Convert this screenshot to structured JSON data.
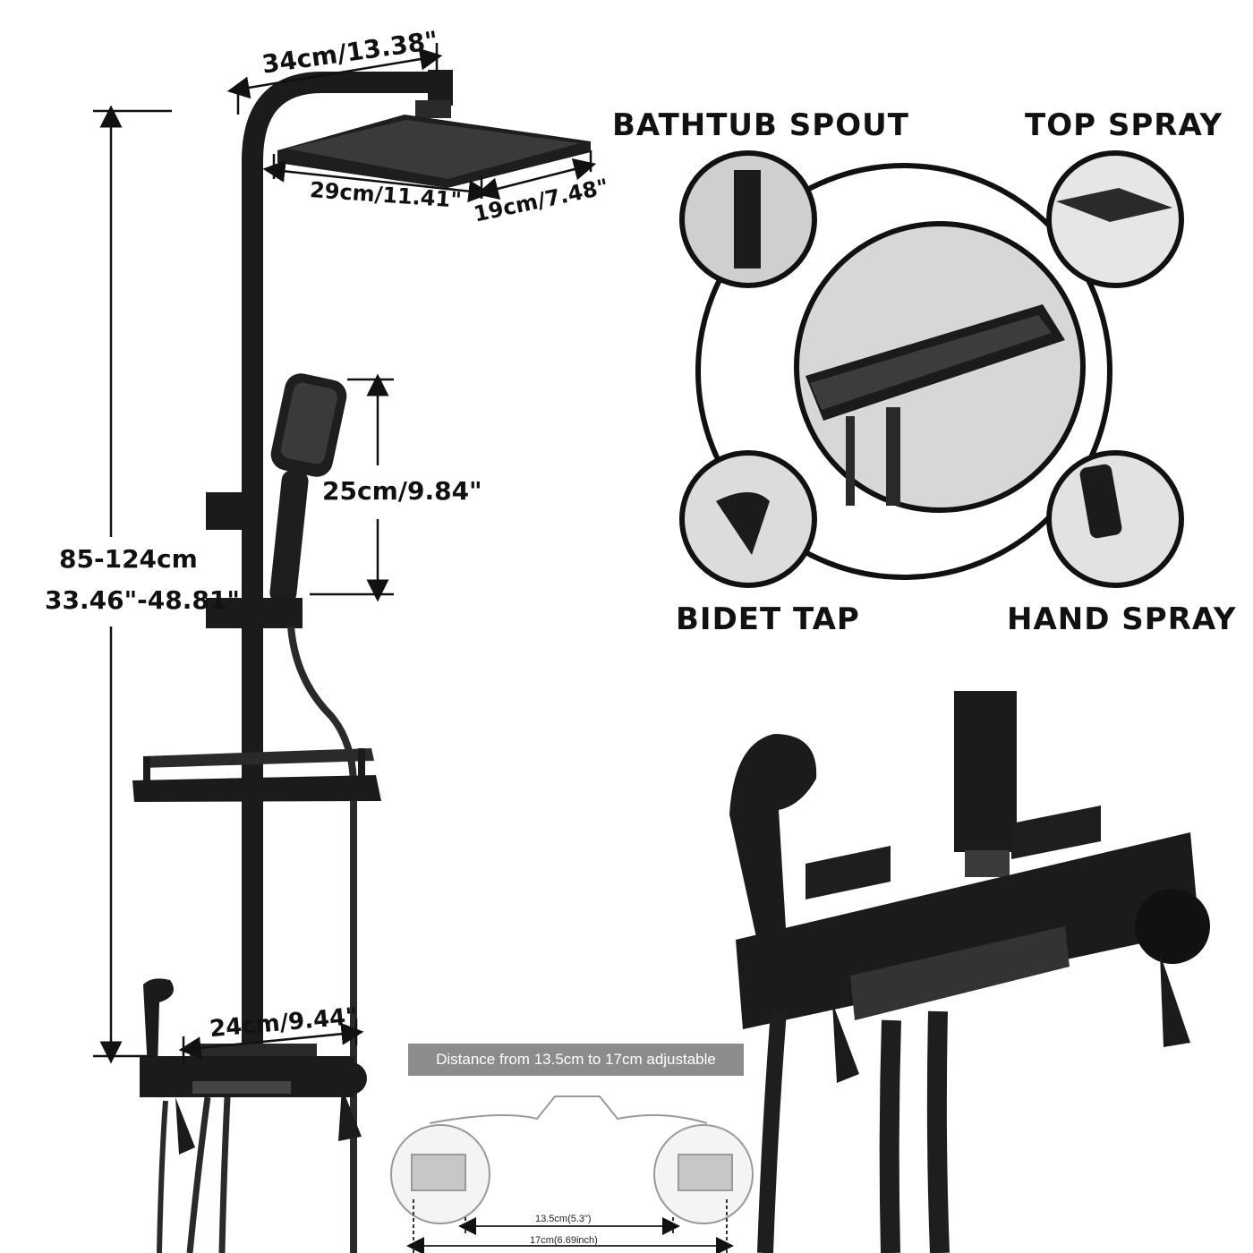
{
  "dimensions": {
    "arm_length": "34cm/13.38\"",
    "head_length": "29cm/11.41\"",
    "head_width": "19cm/7.48\"",
    "handheld_length": "25cm/9.84\"",
    "height_cm": "85-124cm",
    "height_in": "33.46\"-48.81\"",
    "mixer_width": "24cm/9.44\""
  },
  "features": {
    "bathtub_spout": "BATHTUB SPOUT",
    "top_spray": "TOP SPRAY",
    "bidet_tap": "BIDET TAP",
    "hand_spray": "HAND SPRAY"
  },
  "connector": {
    "note": "Distance from 13.5cm to 17cm adjustable",
    "min_label": "13.5cm(5.3\")",
    "max_label": "17cm(6.69inch)"
  },
  "colors": {
    "product": "#1b1b1b",
    "dimension_line": "#111111",
    "banner": "#8c8c8c"
  }
}
